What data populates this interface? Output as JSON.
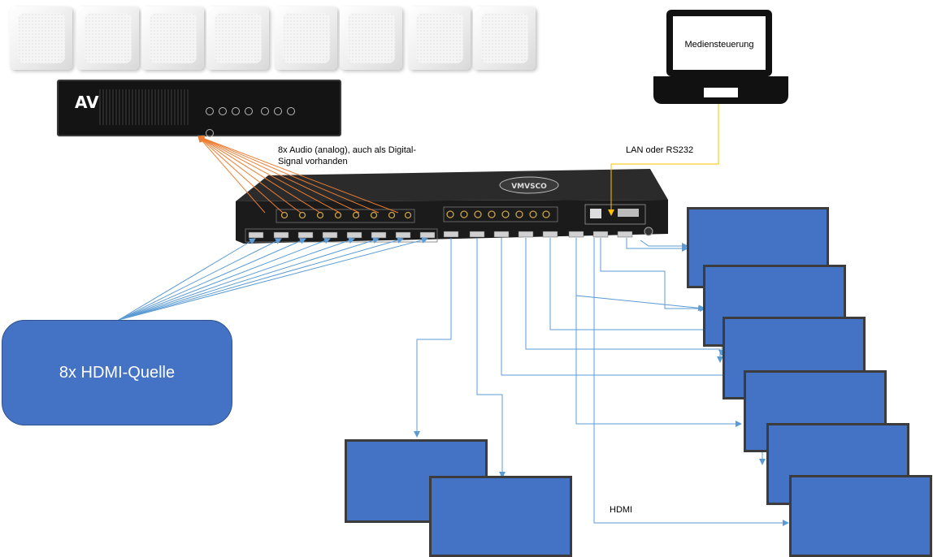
{
  "title": "",
  "nodes": {
    "source_label": "8x HDMI-Quelle",
    "laptop_label": "Mediensteuerung"
  },
  "edge_labels": {
    "audio": [
      "8x Audio (analog), auch als Digital-",
      "Signal vorhanden"
    ],
    "lan": "LAN  oder RS232",
    "hdmi": "HDMI"
  },
  "colors": {
    "audio_lines": "#ed7d31",
    "hdmi_lines": "#5b9bd5",
    "lan_line": "#ffc000",
    "screen_fill": "#4472c4",
    "screen_border": "#3c3c3c"
  },
  "counts": {
    "speakers": 8,
    "hdmi_inputs": 8,
    "hdmi_outputs": 8,
    "audio_outputs": 8
  }
}
